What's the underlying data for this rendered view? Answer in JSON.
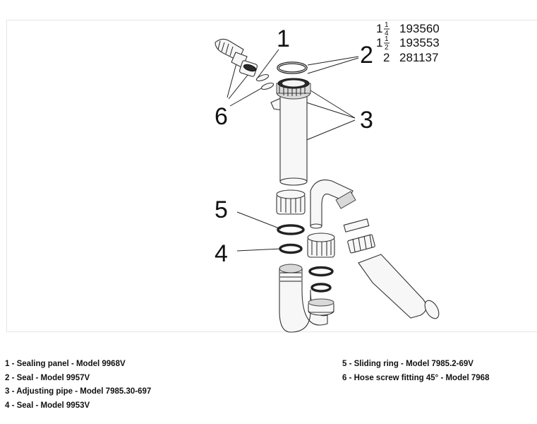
{
  "parts_table": [
    {
      "size_whole": "1",
      "size_num": "1",
      "size_den": "4",
      "number": "193560"
    },
    {
      "size_whole": "1",
      "size_num": "1",
      "size_den": "2",
      "number": "193553"
    },
    {
      "size_whole": "2",
      "size_num": "",
      "size_den": "",
      "number": "281137"
    }
  ],
  "callouts": {
    "c1": "1",
    "c2": "2",
    "c3": "3",
    "c4": "4",
    "c5": "5",
    "c6": "6"
  },
  "legend": {
    "left": [
      "1 - Sealing panel - Model 9968V",
      "2 - Seal - Model 9957V",
      "3 - Adjusting pipe - Model 7985.30-697",
      "4 - Seal - Model 9953V"
    ],
    "right": [
      "5 - Sliding ring - Model 7985.2-69V",
      "6 - Hose screw fitting 45° - Model 7968"
    ]
  }
}
